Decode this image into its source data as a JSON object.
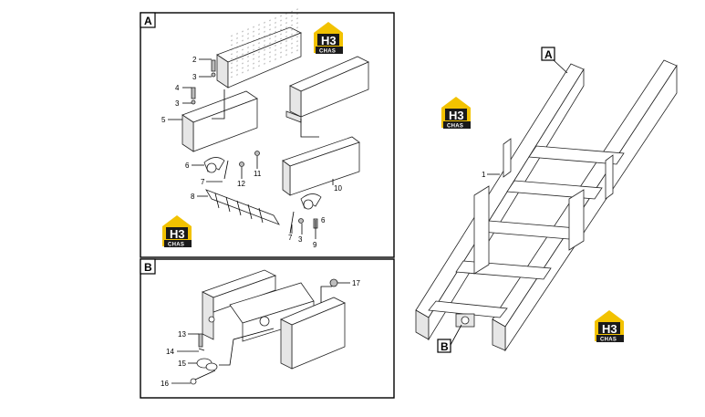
{
  "panels": {
    "a": {
      "tag": "A"
    },
    "b": {
      "tag": "B"
    }
  },
  "callouts": {
    "main_a": "A",
    "main_b": "B"
  },
  "part_numbers": {
    "p2": "2",
    "p3a": "3",
    "p4": "4",
    "p3b": "3",
    "p5": "5",
    "p6a": "6",
    "p7a": "7",
    "p8": "8",
    "p12": "12",
    "p11": "11",
    "p10": "10",
    "p6b": "6",
    "p7b": "7",
    "p3c": "3",
    "p9": "9",
    "p1": "1",
    "p17": "17",
    "p13": "13",
    "p14": "14",
    "p15": "15",
    "p16": "16"
  },
  "logo": {
    "mark": "H3",
    "text": "CHAS",
    "colors": {
      "yellow": "#f2c200",
      "dark": "#1a1a1a"
    }
  }
}
